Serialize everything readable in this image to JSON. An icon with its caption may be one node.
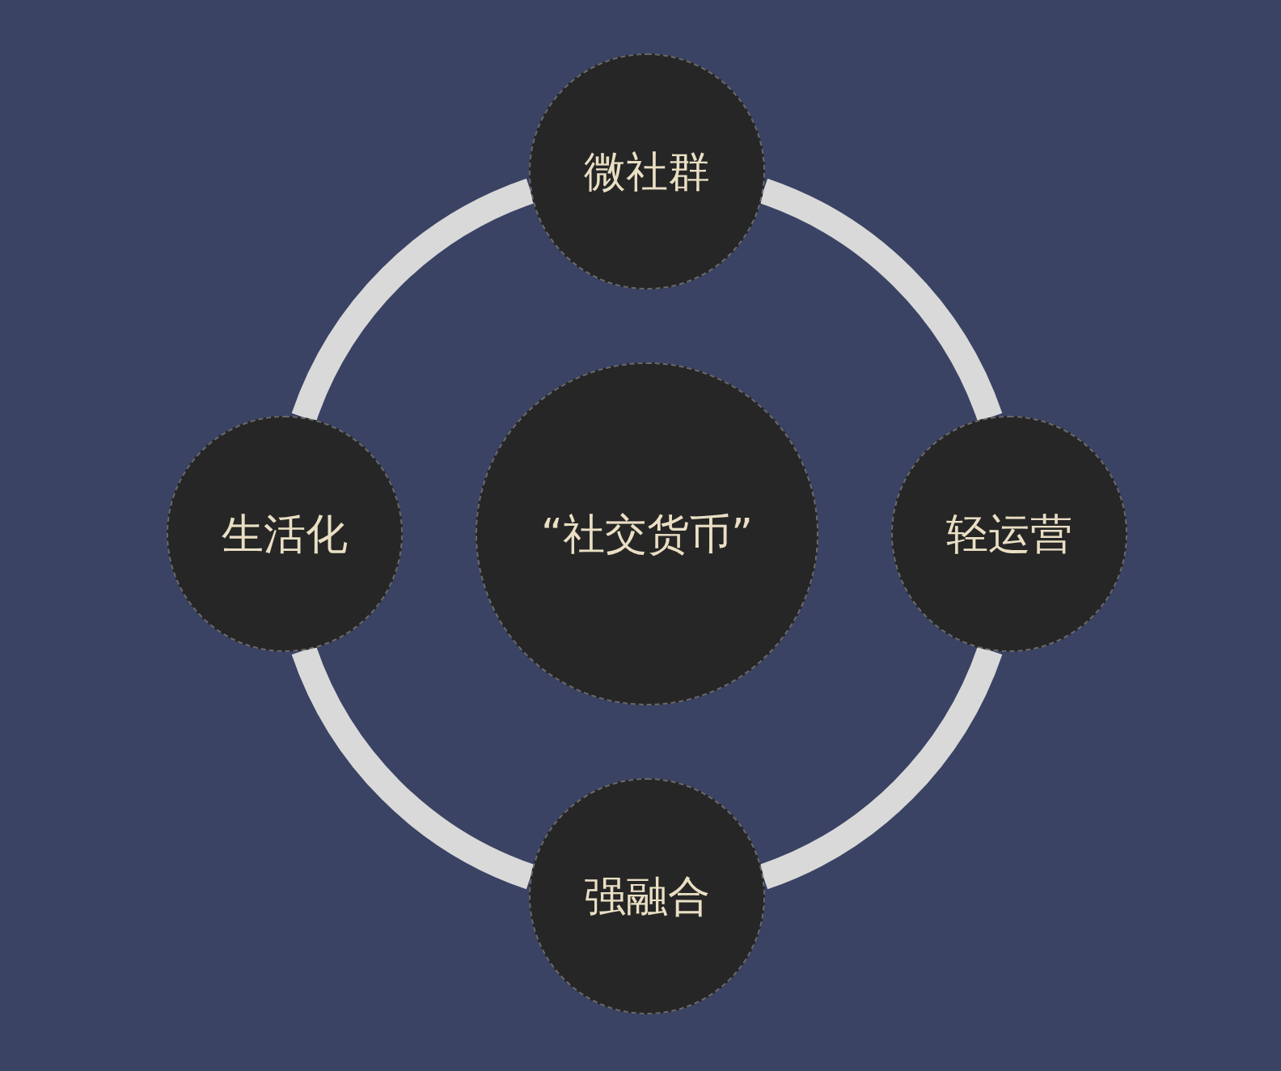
{
  "diagram": {
    "nodes": [
      {
        "text": [
          "微社群"
        ]
      },
      {
        "text": [
          "生活化"
        ]
      },
      {
        "text": [
          "“社交货币”"
        ]
      },
      {
        "text": [
          "轻运营"
        ]
      },
      {
        "text": [
          "强融合"
        ]
      }
    ],
    "edges": [
      {
        "from": 0,
        "to": 3,
        "arrow": "none"
      },
      {
        "from": 3,
        "to": 4,
        "arrow": "none"
      },
      {
        "from": 4,
        "to": 1,
        "arrow": "none"
      },
      {
        "from": 1,
        "to": 0,
        "arrow": "none"
      }
    ]
  }
}
